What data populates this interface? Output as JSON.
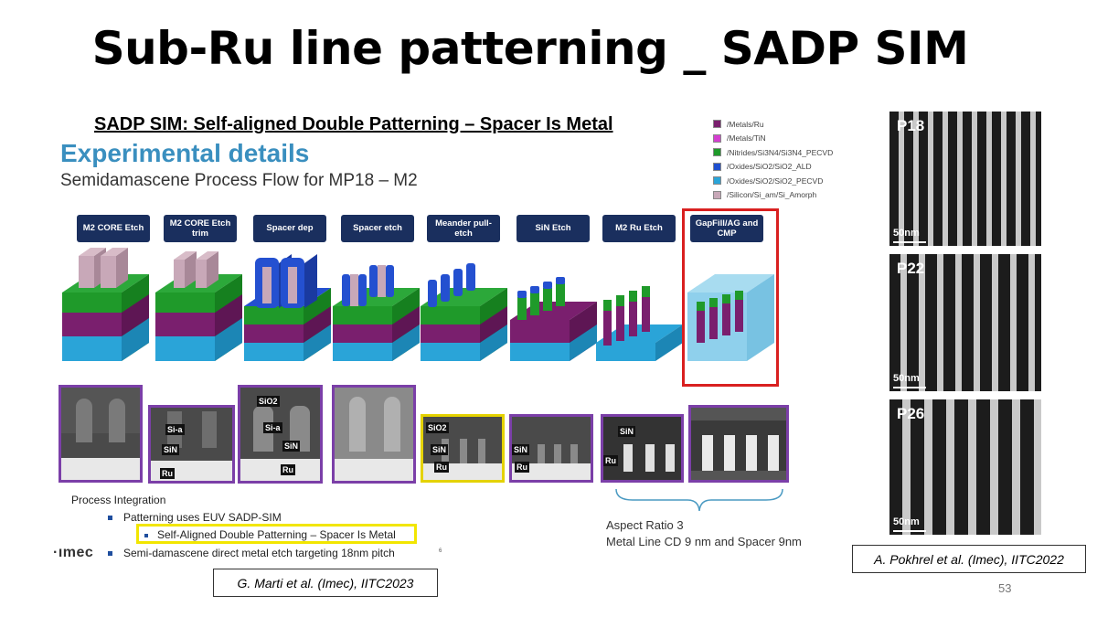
{
  "slide": {
    "title": "Sub-Ru line patterning _ SADP SIM",
    "subtitle": "SADP SIM: Self-aligned Double Patterning – Spacer Is Metal",
    "experimental_title": "Experimental details",
    "experimental_subtitle": "Semidamascene Process Flow for MP18 – M2",
    "page_number": "53"
  },
  "legend": [
    {
      "label": "/Metals/Ru",
      "color": "#7a1f6e"
    },
    {
      "label": "/Metals/TiN",
      "color": "#d43fd0"
    },
    {
      "label": "/Nitrides/Si3N4/Si3N4_PECVD",
      "color": "#1f9a2a"
    },
    {
      "label": "/Oxides/SiO2/SiO2_ALD",
      "color": "#1f4fcf"
    },
    {
      "label": "/Oxides/SiO2/SiO2_PECVD",
      "color": "#2aa4d8"
    },
    {
      "label": "/Silicon/Si_am/Si_Amorph",
      "color": "#c8a8b8"
    }
  ],
  "steps": [
    {
      "label": "M2 CORE Etch"
    },
    {
      "label": "M2 CORE Etch trim"
    },
    {
      "label": "Spacer dep"
    },
    {
      "label": "Spacer etch"
    },
    {
      "label": "Meander pull-etch"
    },
    {
      "label": "SiN Etch"
    },
    {
      "label": "M2 Ru Etch"
    },
    {
      "label": "GapFill/AG and CMP"
    }
  ],
  "tem_labels": {
    "si_a": "Si-a",
    "sin": "SiN",
    "ru": "Ru",
    "sio2": "SiO2"
  },
  "process": {
    "heading": "Process Integration",
    "bullet1": "Patterning uses EUV SADP-SIM",
    "bullet2": "Self-Aligned Double Patterning – Spacer Is Metal",
    "bullet3": "Semi-damascene direct metal etch targeting 18nm pitch",
    "footnote": "6"
  },
  "logo": "·ımec",
  "aspect": {
    "line1": "Aspect Ratio 3",
    "line2": "Metal Line CD 9 nm and Spacer 9nm"
  },
  "citations": {
    "left": "G. Marti et al. (Imec), IITC2023",
    "right": "A. Pokhrel et al. (Imec), IITC2022"
  },
  "sem_images": [
    {
      "label": "P18",
      "scale": "50nm"
    },
    {
      "label": "P22",
      "scale": "50nm"
    },
    {
      "label": "P26",
      "scale": "50nm"
    }
  ]
}
